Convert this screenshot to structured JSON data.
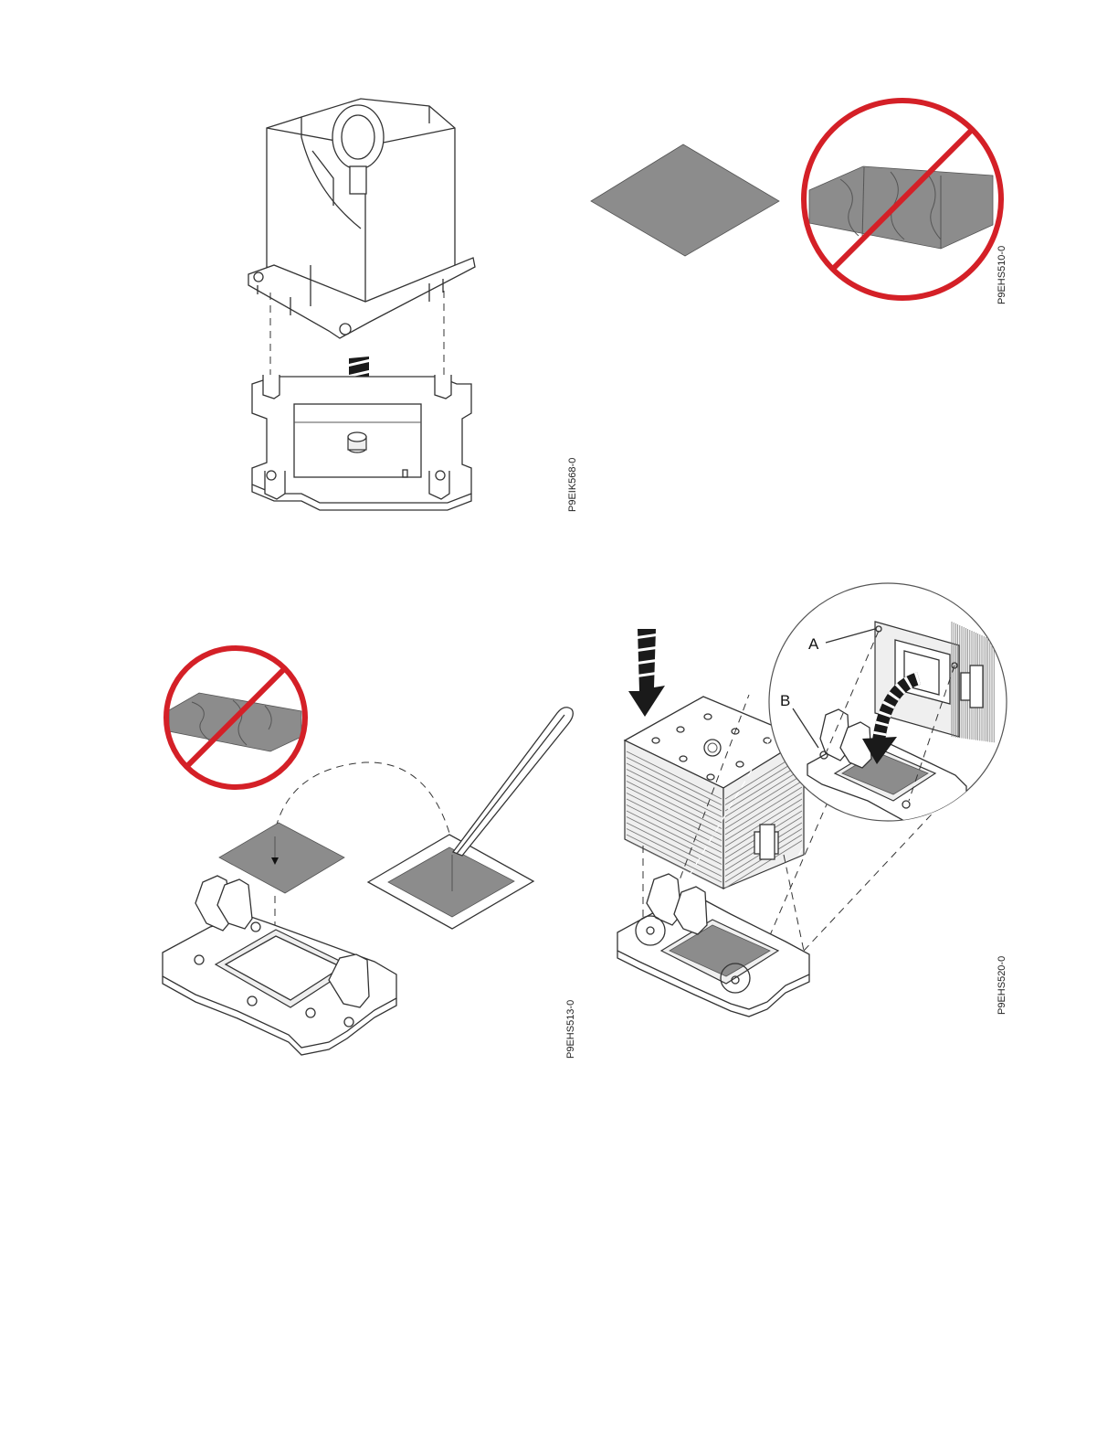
{
  "figures": [
    {
      "id": "P9EIK568-0"
    },
    {
      "id": "P9EHS510-0"
    },
    {
      "id": "P9EHS513-0"
    },
    {
      "id": "P9EHS520-0",
      "callouts": [
        "A",
        "B"
      ]
    }
  ],
  "colors": {
    "prohibited_mark": "#d42027",
    "thermal_pad": "#8c8c8c",
    "arrow": "#1a1a1a"
  }
}
